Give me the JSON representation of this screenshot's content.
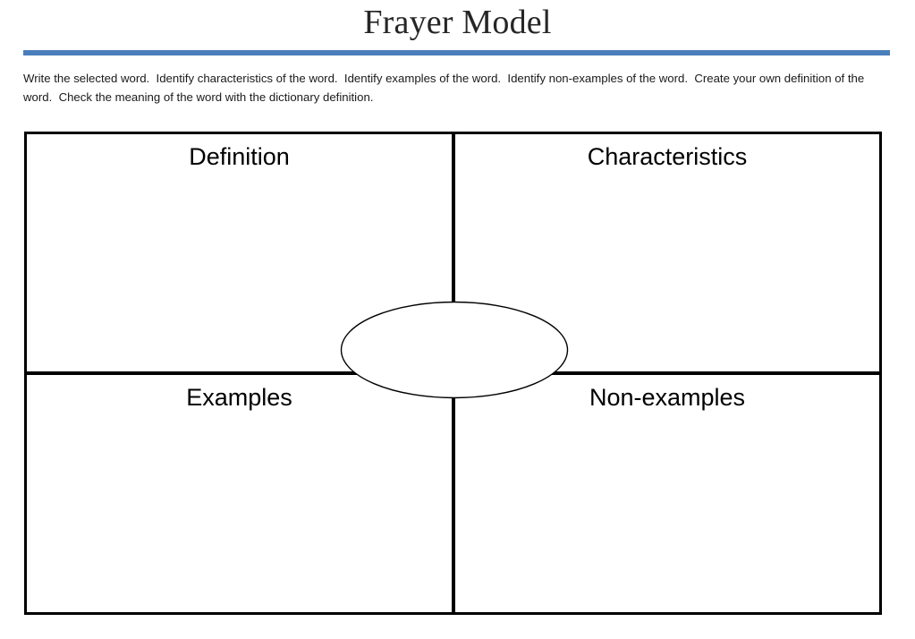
{
  "document": {
    "title": "Frayer Model",
    "accent_color": "#4A7EBB",
    "border_color": "#000000",
    "background_color": "#FFFFFF",
    "instructions": "Write the selected word.  Identify characteristics of the word.  Identify examples of the word.  Identify non-examples of the word.  Create your own definition of the word.  Check the meaning of the word with the dictionary definition."
  },
  "frayer": {
    "quadrants": [
      {
        "id": "definition",
        "label": "Definition",
        "position": "top-left"
      },
      {
        "id": "characteristics",
        "label": "Characteristics",
        "position": "top-right"
      },
      {
        "id": "examples",
        "label": "Examples",
        "position": "bottom-left"
      },
      {
        "id": "non-examples",
        "label": "Non-examples",
        "position": "bottom-right"
      }
    ],
    "center": {
      "shape": "ellipse",
      "label": "",
      "fill": "#FFFFFF",
      "stroke": "#000000"
    }
  }
}
